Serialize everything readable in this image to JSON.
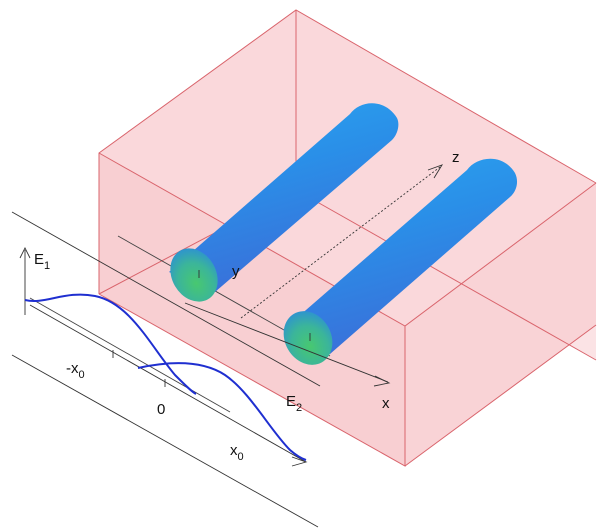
{
  "labels": {
    "e1": "E",
    "e1_sub": "1",
    "e2": "E",
    "e2_sub": "2",
    "y": "y",
    "z": "z",
    "x": "x",
    "zero": "0",
    "minus_x0": "-x",
    "minus_x0_sub": "0",
    "x0": "x",
    "x0_sub": "0"
  },
  "colors": {
    "box_fill": "#f9d4d6",
    "box_top": "#fbe0e2",
    "box_edge": "#d9646c",
    "cylinder_top": "#3c82e6",
    "cylinder_end": "#46c878",
    "wave": "#1f2fd0",
    "axis": "#333333"
  }
}
